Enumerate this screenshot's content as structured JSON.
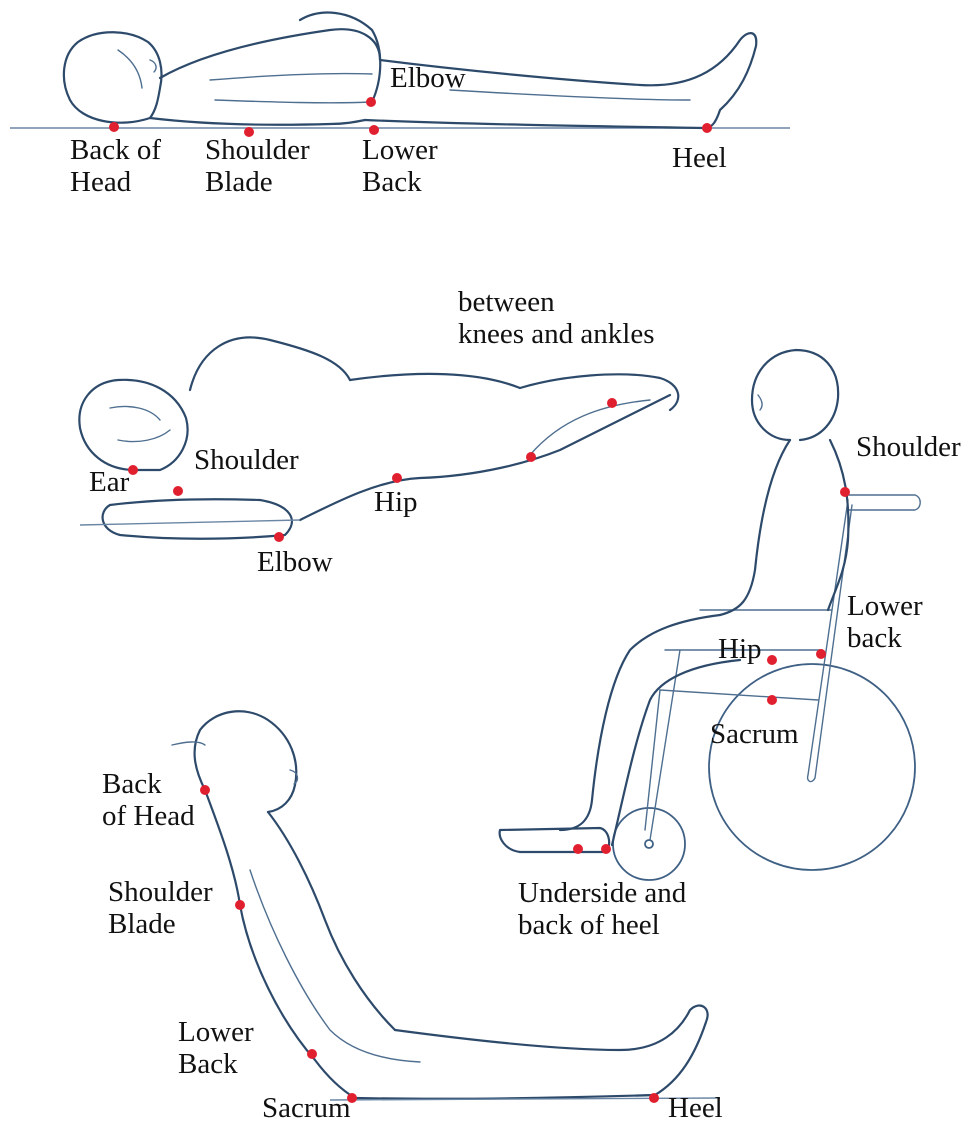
{
  "colors": {
    "marker": "#e0202f",
    "line": "#2d4a6b",
    "text": "#111111",
    "background": "#ffffff"
  },
  "figures": {
    "supine": {
      "labels": {
        "elbow": "Elbow",
        "back_of_head": [
          "Back of",
          "Head"
        ],
        "shoulder_blade": [
          "Shoulder",
          "Blade"
        ],
        "lower_back": [
          "Lower",
          "Back"
        ],
        "heel": "Heel"
      }
    },
    "side_lying": {
      "labels": {
        "between_knees_ankles": [
          "between",
          "knees and ankles"
        ],
        "ear": "Ear",
        "shoulder": "Shoulder",
        "hip": "Hip",
        "elbow": "Elbow"
      }
    },
    "wheelchair": {
      "labels": {
        "shoulder": "Shoulder",
        "lower_back": [
          "Lower",
          "back"
        ],
        "hip": "Hip",
        "sacrum": "Sacrum",
        "heel": [
          "Underside and",
          "back of heel"
        ]
      }
    },
    "sitting_in_bed": {
      "labels": {
        "back_of_head": [
          "Back",
          "of Head"
        ],
        "shoulder_blade": [
          "Shoulder",
          "Blade"
        ],
        "lower_back": [
          "Lower",
          "Back"
        ],
        "sacrum": "Sacrum",
        "heel": "Heel"
      }
    }
  }
}
